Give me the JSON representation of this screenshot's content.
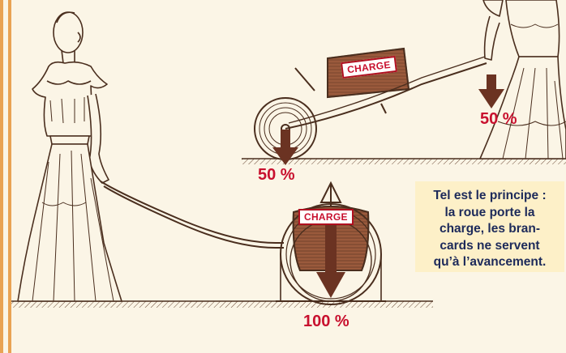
{
  "colors": {
    "accent_red": "#c8102e",
    "left_border": "#e9a353",
    "caption_bg": "#fdf0c8",
    "caption_text": "#1d2a5a",
    "drawing_stroke": "#4a2e1e",
    "load_fill": "#9a5a3c"
  },
  "wheelbarrow": {
    "charge_label": "CHARGE",
    "wheel_share": "50 %",
    "handles_share": "50 %"
  },
  "cart": {
    "charge_label": "CHARGE",
    "wheel_share": "100 %"
  },
  "caption": {
    "lines": [
      "Tel est le principe :",
      "la roue porte la",
      "charge, les bran-",
      "cards ne servent",
      "qu’à l’avancement."
    ]
  }
}
